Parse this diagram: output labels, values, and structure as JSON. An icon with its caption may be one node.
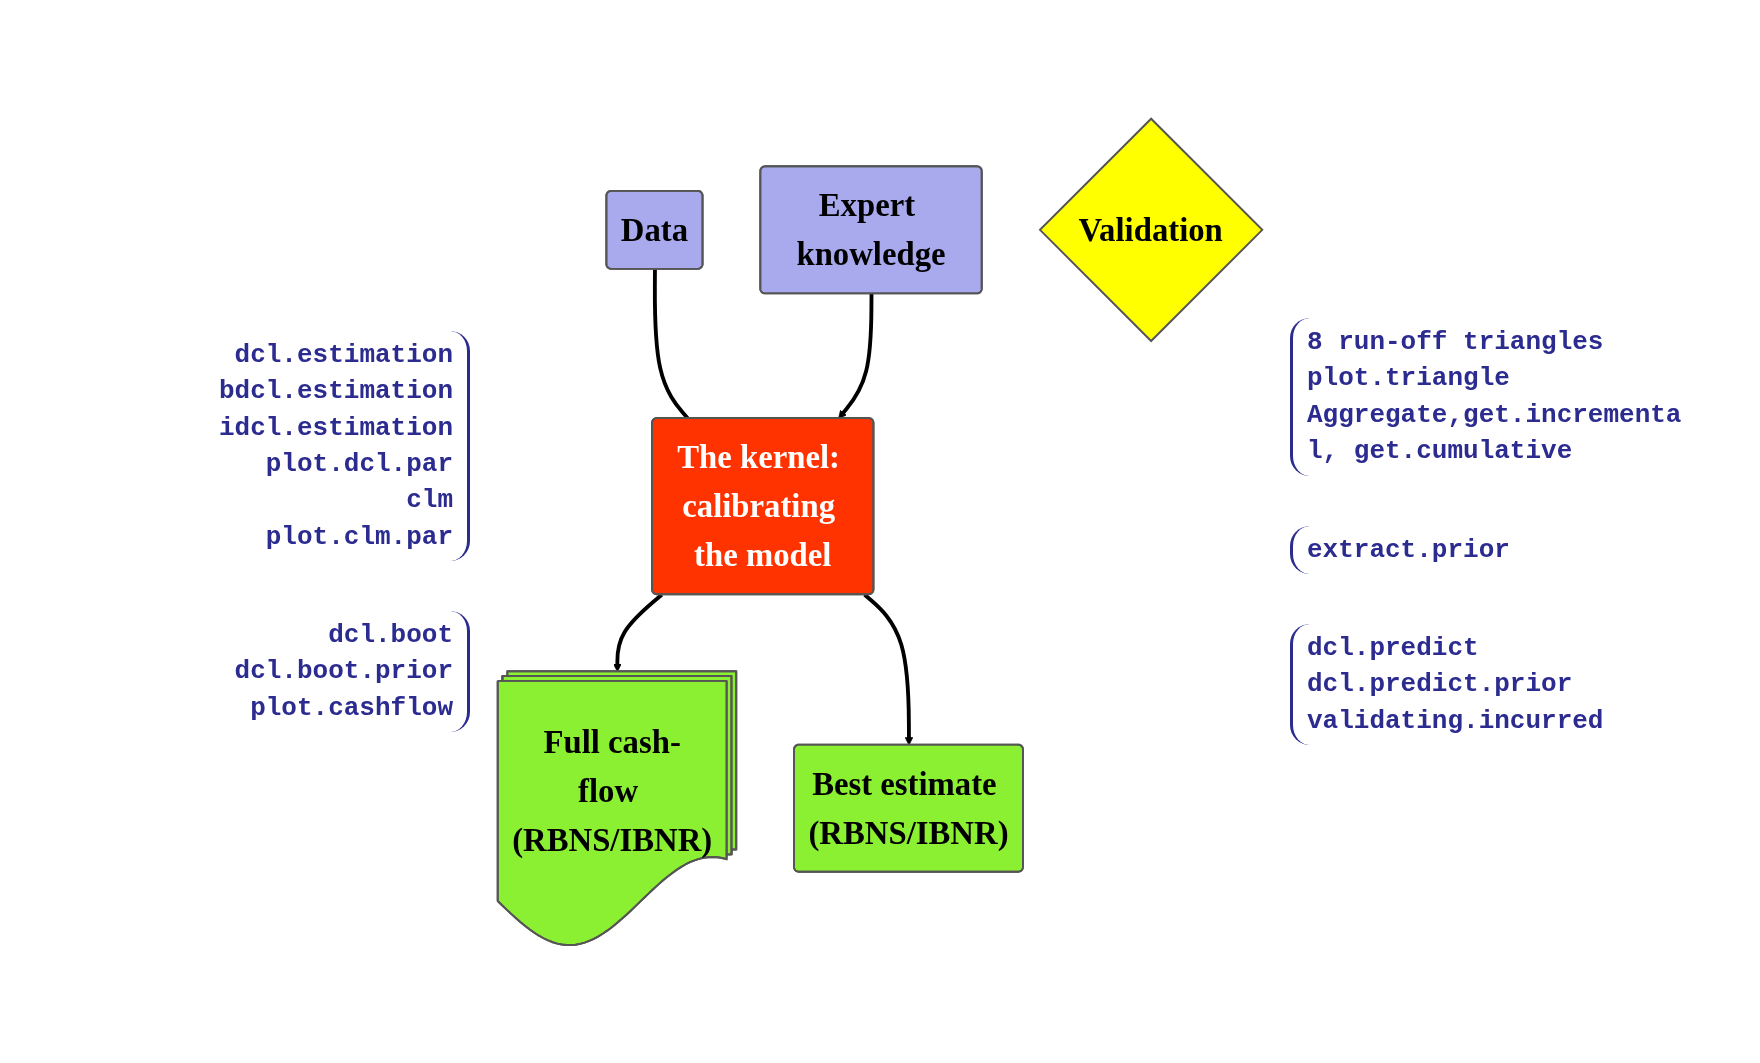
{
  "diagram": {
    "nodes": [
      {
        "text": [
          "Data"
        ]
      },
      {
        "text": [
          "The kernel: calibrating the model"
        ]
      },
      {
        "text": [
          "Expert knowledge"
        ]
      },
      {
        "text": [
          "Full cash-flow (RBNS/IBNR)"
        ]
      },
      {
        "text": [
          "Best estimate (RBNS/IBNR)"
        ]
      },
      {
        "text": [
          "Validation"
        ]
      }
    ],
    "edges": [
      {
        "from": 0,
        "to": 1,
        "arrow": "none"
      },
      {
        "from": 2,
        "to": 1,
        "arrow": "to"
      },
      {
        "from": 1,
        "to": 3,
        "arrow": "to"
      },
      {
        "from": 1,
        "to": 4,
        "arrow": "to"
      }
    ],
    "labels": [
      "8 run-off triangles",
      "plot.triangle",
      "Aggregate,get.incremental, get.cumulative",
      "dcl.estimation",
      "bdcl.estimation",
      "idcl.estimation",
      "plot.dcl.par",
      "clm",
      "plot.clm.par",
      "extract.prior",
      "dcl.predict",
      "dcl.predict.prior",
      "validating.incurred",
      "dcl.boot",
      "dcl.boot.prior",
      "plot.cashflow"
    ]
  }
}
